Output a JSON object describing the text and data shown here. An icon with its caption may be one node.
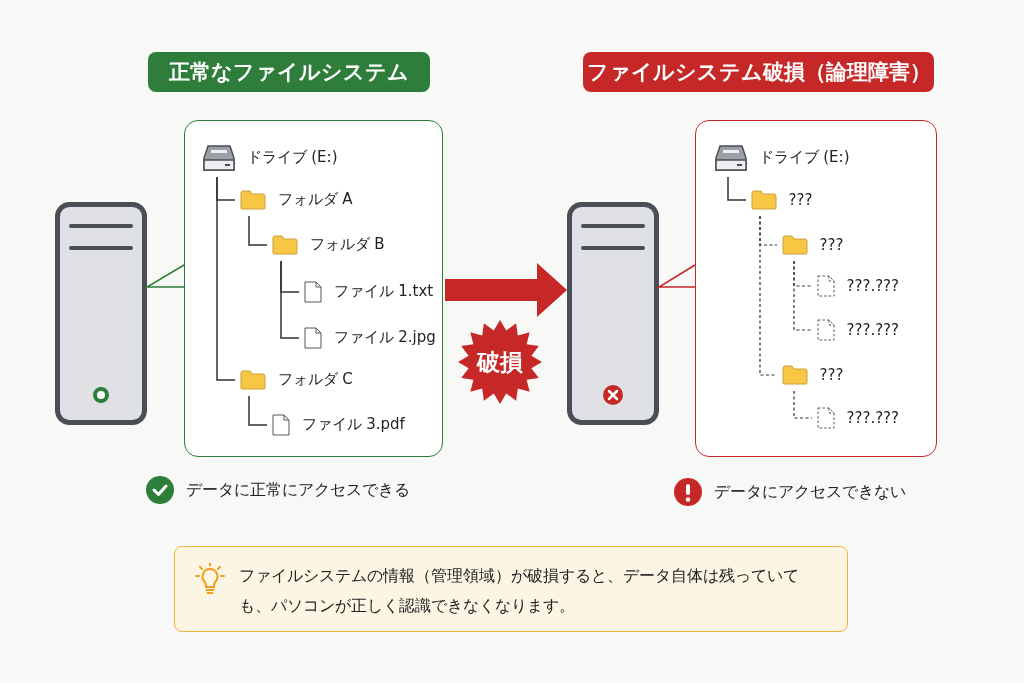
{
  "diagram": {
    "nodes": [
      {
        "text": [
          "正常なファイルシステム"
        ]
      },
      {
        "text": [],
        "shape": "box"
      },
      {
        "text": [],
        "shape": "box"
      },
      {
        "text": [
          "ドライブ (E:)"
        ],
        "in": 2
      },
      {
        "text": [
          "フォルダ A"
        ],
        "in": 2
      },
      {
        "text": [
          "フォルダ B"
        ],
        "in": 2
      },
      {
        "text": [
          "ファイル 1.txt"
        ],
        "in": 2
      },
      {
        "text": [
          "ファイル 2.jpg"
        ],
        "in": 2
      },
      {
        "text": [
          "フォルダ C"
        ],
        "in": 2
      },
      {
        "text": [
          "ファイル 3.pdf"
        ],
        "in": 2
      },
      {
        "text": [
          "ファイルシステム破損（論理障害）"
        ]
      },
      {
        "text": [
          "破損"
        ]
      },
      {
        "text": [],
        "shape": "box"
      },
      {
        "text": [],
        "shape": "box"
      },
      {
        "text": [
          "ドライブ (E:)"
        ],
        "in": 13
      },
      {
        "text": [
          "???"
        ],
        "in": 13
      },
      {
        "text": [
          "???"
        ],
        "in": 13
      },
      {
        "text": [
          "???.???"
        ],
        "in": 13
      },
      {
        "text": [
          "???.???"
        ],
        "in": 13
      },
      {
        "text": [
          "???"
        ],
        "in": 13
      },
      {
        "text": [
          "???.???"
        ],
        "in": 13
      },
      {
        "text": [
          "ファイルシステムの情報（管理領域）が破損すると、データ自体は残っていても、パソコンが正しく認識できなくなります。"
        ]
      }
    ],
    "edges": [
      {
        "from": 1,
        "to": 2,
        "arrow": "none",
        "color": "#2e7d3a"
      },
      {
        "from": 3,
        "to": 4,
        "arrow": "none"
      },
      {
        "from": 3,
        "to": 8,
        "arrow": "none"
      },
      {
        "from": 4,
        "to": 5,
        "arrow": "none"
      },
      {
        "from": 5,
        "to": 6,
        "arrow": "none"
      },
      {
        "from": 5,
        "to": 7,
        "arrow": "none"
      },
      {
        "from": 8,
        "to": 9,
        "arrow": "none"
      },
      {
        "from": 2,
        "to": 12,
        "arrow": "to",
        "style": "thick",
        "color": "#c62828"
      },
      {
        "from": 12,
        "to": 13,
        "arrow": "none",
        "color": "#c62828"
      },
      {
        "from": 14,
        "to": 15,
        "arrow": "none"
      },
      {
        "from": 15,
        "to": 16,
        "arrow": "none",
        "style": "dashed"
      },
      {
        "from": 15,
        "to": 19,
        "arrow": "none",
        "style": "dashed"
      },
      {
        "from": 16,
        "to": 17,
        "arrow": "none",
        "style": "dashed"
      },
      {
        "from": 16,
        "to": 18,
        "arrow": "none",
        "style": "dashed"
      },
      {
        "from": 19,
        "to": 20,
        "arrow": "none",
        "style": "dashed"
      }
    ],
    "labels": [
      "データに正常にアクセスできる",
      "データにアクセスできない"
    ]
  }
}
